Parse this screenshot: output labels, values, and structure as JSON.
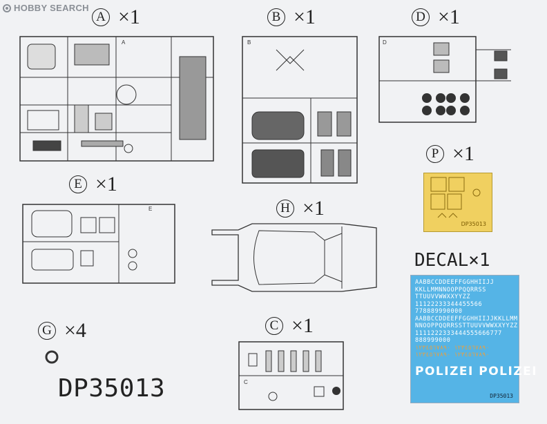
{
  "header": {
    "logo_text": "HOBBY SEARCH"
  },
  "parts": [
    {
      "letter": "A",
      "qty": "×1"
    },
    {
      "letter": "B",
      "qty": "×1"
    },
    {
      "letter": "D",
      "qty": "×1"
    },
    {
      "letter": "P",
      "qty": "×1"
    },
    {
      "letter": "E",
      "qty": "×1"
    },
    {
      "letter": "H",
      "qty": "×1"
    },
    {
      "letter": "G",
      "qty": "×4"
    },
    {
      "letter": "C",
      "qty": "×1"
    }
  ],
  "sprue_letters": {
    "A": "A",
    "B": "B",
    "D": "D",
    "E": "E",
    "C": "C"
  },
  "decal": {
    "title": "DECAL×1",
    "rows": [
      "AABBCCDDEEFFGGHHIIJJ",
      "KKLLMMNNOOPPQQRRSS",
      "TTUUVVWWXXYYZZ",
      "11122233344455566",
      "778889990000",
      "AABBCCDDEEFFGGHHIIJJKKLLMM",
      "NNOOPPQQRRSSTTUUVVWWXXYYZZ",
      "1111222333444555666777",
      "888999000"
    ],
    "orange_rows": [
      "١٢٣٤٥٦٧٨٩٠  ١٢٣٤٥٦٧٨٩٠",
      "١٢٣٤٥٦٧٨٩٠  ١٢٣٤٥٦٧٨٩٠"
    ],
    "polizei_text": "POLIZEI POLIZEI",
    "sheet_code": "DP35013"
  },
  "photo_etch": {
    "code": "DP35013"
  },
  "product_code": "DP35013",
  "colors": {
    "background": "#f1f2f4",
    "decal_blue": "#55b4e6",
    "photo_etch_gold": "#f0d060",
    "line": "#333333"
  }
}
